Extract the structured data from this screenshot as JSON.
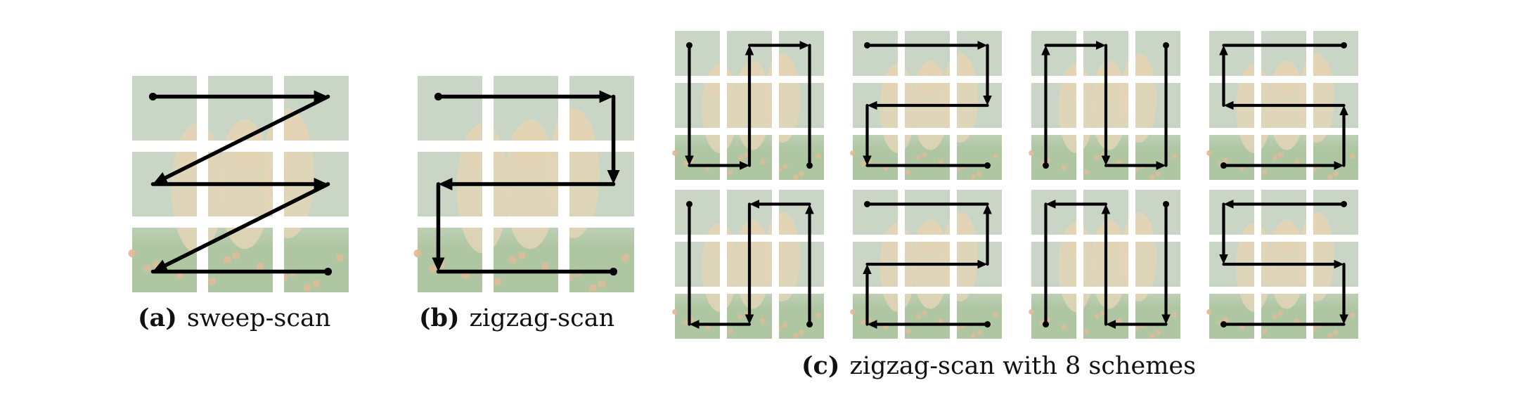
{
  "captions": {
    "a": {
      "tag": "(a)",
      "text": "sweep-scan"
    },
    "b": {
      "tag": "(b)",
      "text": "zigzag-scan"
    },
    "c": {
      "tag": "(c)",
      "text": "zigzag-scan with 8 schemes"
    }
  },
  "colors": {
    "background": "#ffffff",
    "arrow": "#000000",
    "patch_bg": "#b5c7b0",
    "patch_grass": "#8fb07d",
    "patch_flower": "#e0a070",
    "dog": "#d8c49a"
  },
  "grid": {
    "rows": 3,
    "cols": 3
  },
  "panels": [
    {
      "id": "a",
      "path": [
        [
          0,
          0
        ],
        [
          0,
          2
        ],
        [
          1,
          0
        ],
        [
          1,
          2
        ],
        [
          2,
          0
        ],
        [
          2,
          2
        ]
      ]
    },
    {
      "id": "b",
      "path": [
        [
          0,
          0
        ],
        [
          0,
          2
        ],
        [
          1,
          2
        ],
        [
          1,
          0
        ],
        [
          2,
          0
        ],
        [
          2,
          2
        ]
      ]
    },
    {
      "id": "c1",
      "path": [
        [
          0,
          0
        ],
        [
          2,
          0
        ],
        [
          2,
          1
        ],
        [
          0,
          1
        ],
        [
          0,
          2
        ],
        [
          2,
          2
        ]
      ]
    },
    {
      "id": "c2",
      "path": [
        [
          0,
          0
        ],
        [
          0,
          2
        ],
        [
          1,
          2
        ],
        [
          1,
          0
        ],
        [
          2,
          0
        ],
        [
          2,
          2
        ]
      ]
    },
    {
      "id": "c3",
      "path": [
        [
          2,
          0
        ],
        [
          0,
          0
        ],
        [
          0,
          1
        ],
        [
          2,
          1
        ],
        [
          2,
          2
        ],
        [
          0,
          2
        ]
      ]
    },
    {
      "id": "c4",
      "path": [
        [
          2,
          0
        ],
        [
          2,
          2
        ],
        [
          1,
          2
        ],
        [
          1,
          0
        ],
        [
          0,
          0
        ],
        [
          0,
          2
        ]
      ]
    },
    {
      "id": "c5",
      "path": [
        [
          0,
          0
        ],
        [
          2,
          0
        ],
        [
          2,
          1
        ],
        [
          0,
          1
        ],
        [
          0,
          2
        ],
        [
          2,
          2
        ]
      ],
      "reverse": true
    },
    {
      "id": "c6",
      "path": [
        [
          0,
          0
        ],
        [
          0,
          2
        ],
        [
          1,
          2
        ],
        [
          1,
          0
        ],
        [
          2,
          0
        ],
        [
          2,
          2
        ]
      ],
      "reverse": true
    },
    {
      "id": "c7",
      "path": [
        [
          2,
          0
        ],
        [
          0,
          0
        ],
        [
          0,
          1
        ],
        [
          2,
          1
        ],
        [
          2,
          2
        ],
        [
          0,
          2
        ]
      ],
      "reverse": true
    },
    {
      "id": "c8",
      "path": [
        [
          2,
          0
        ],
        [
          2,
          2
        ],
        [
          1,
          2
        ],
        [
          1,
          0
        ],
        [
          0,
          0
        ],
        [
          0,
          2
        ]
      ],
      "reverse": true
    }
  ]
}
